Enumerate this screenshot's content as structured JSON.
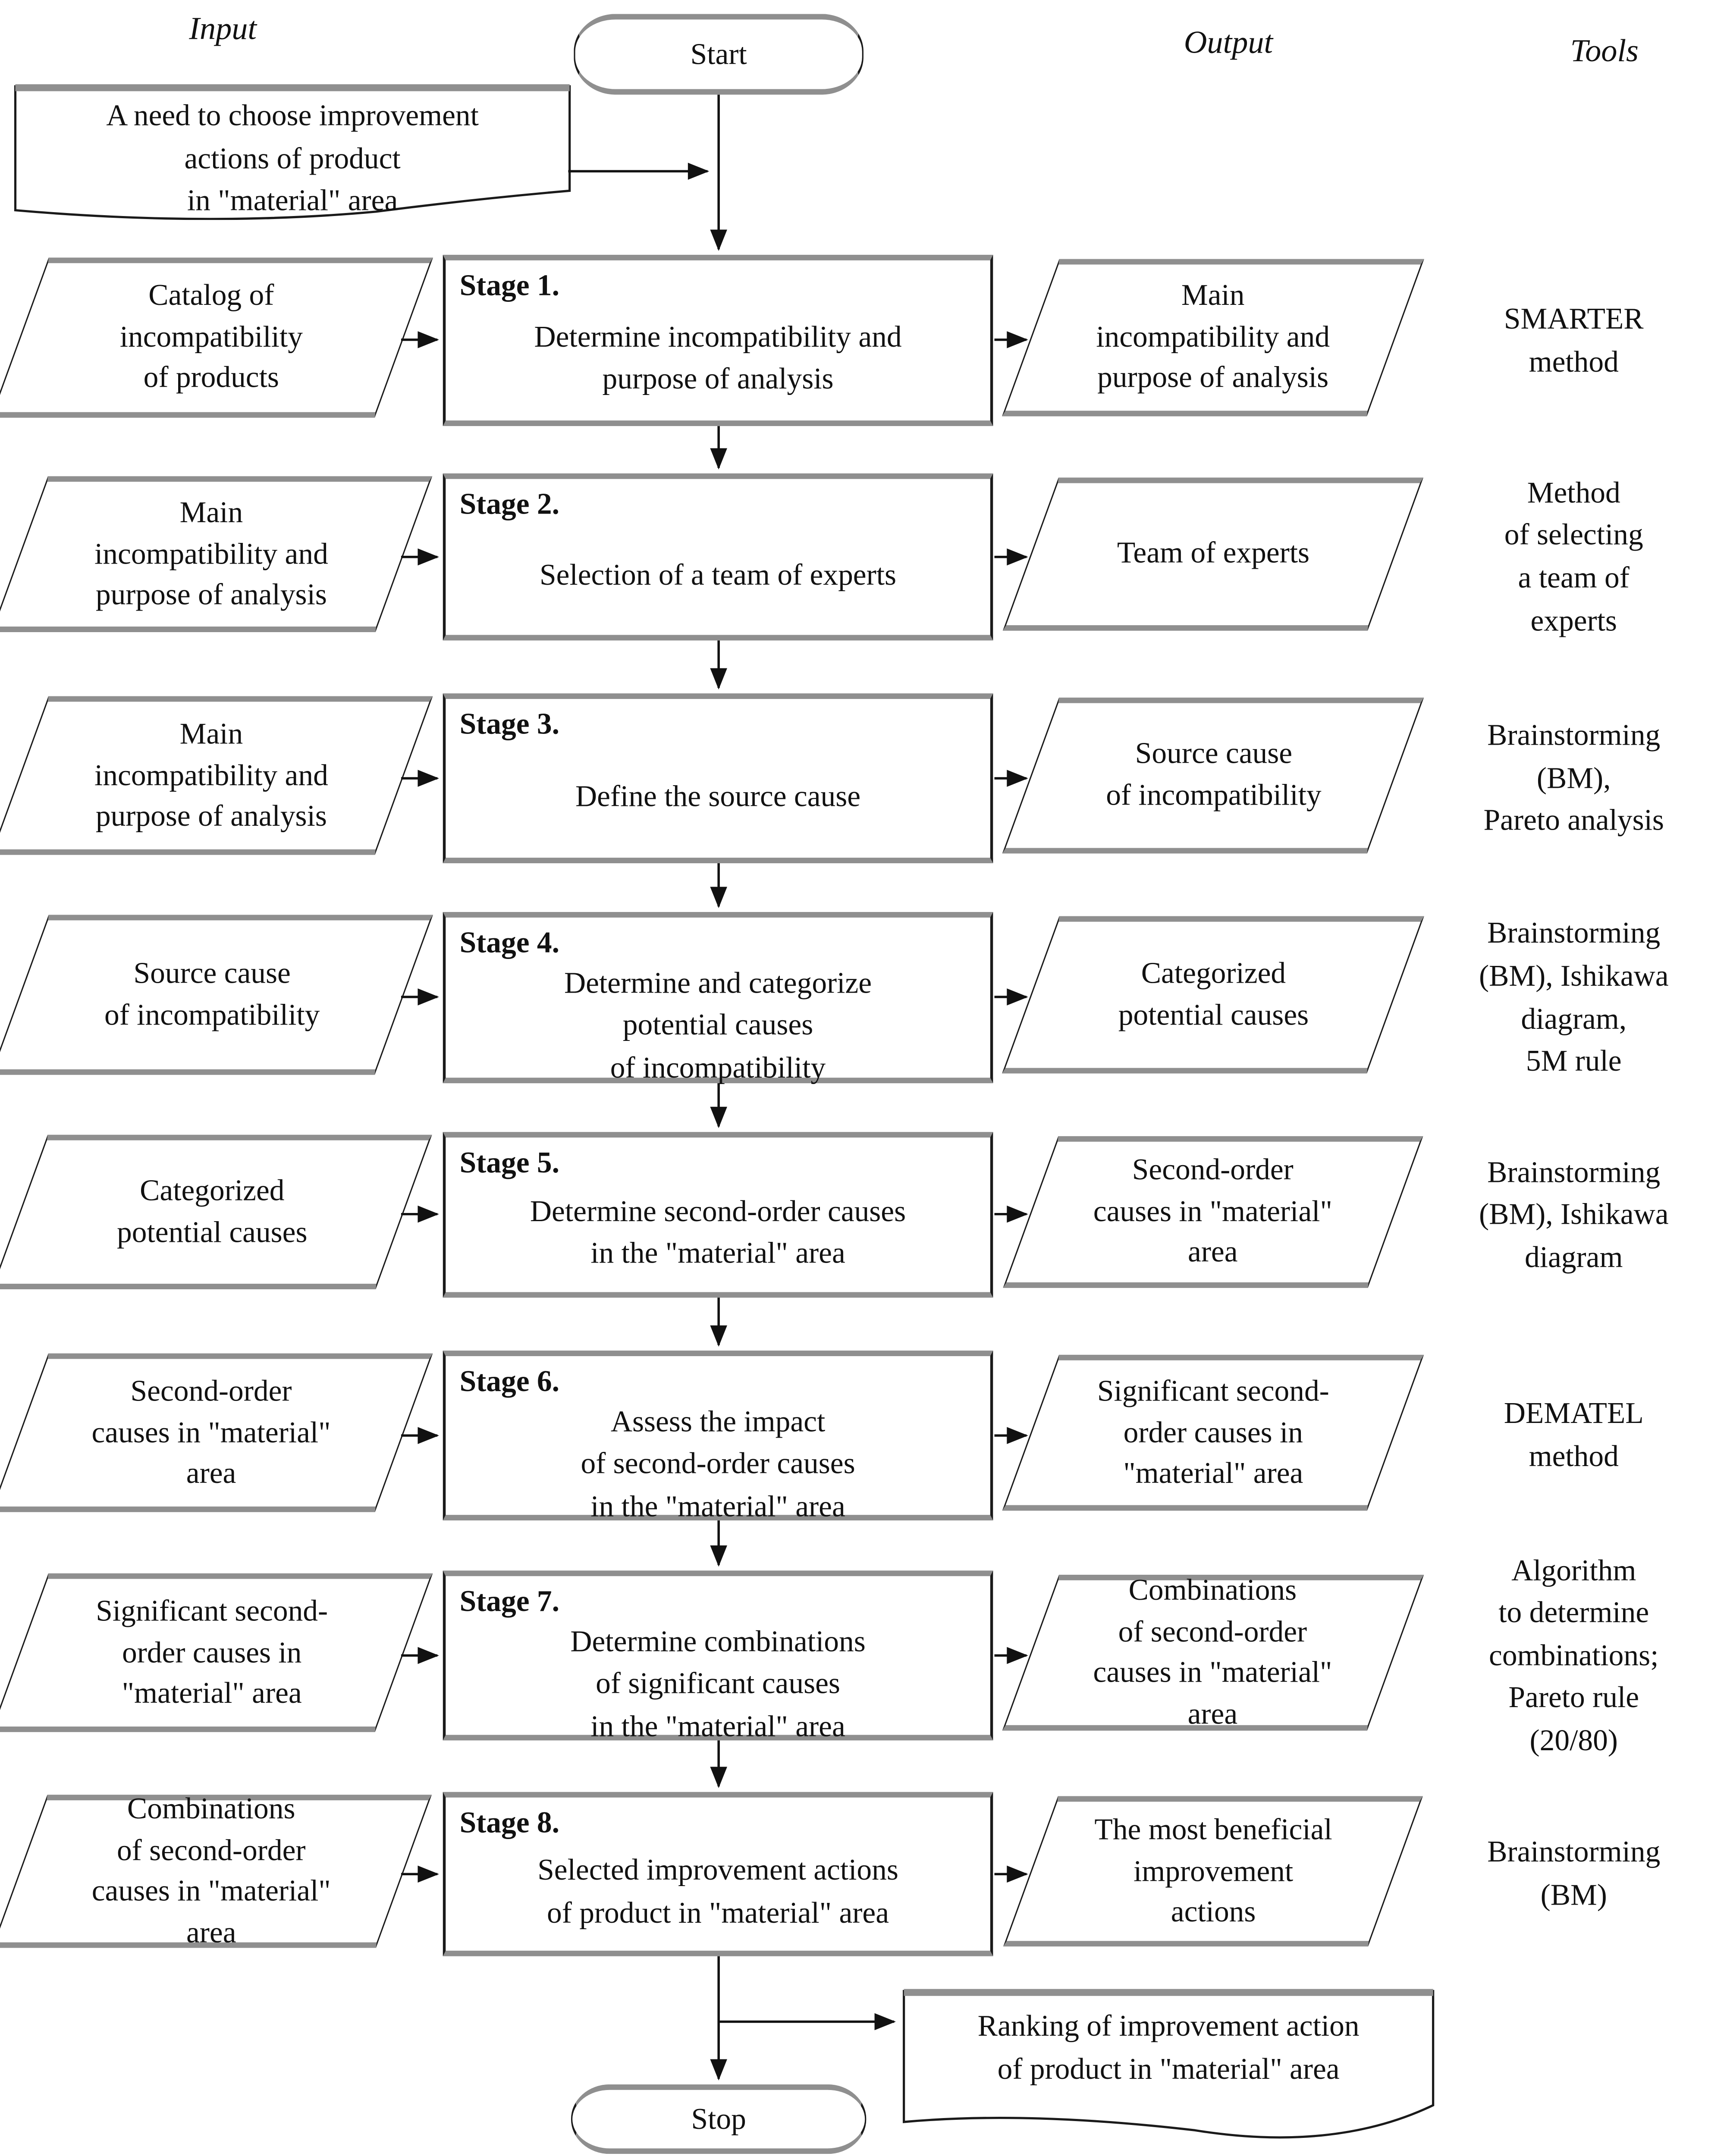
{
  "headers": {
    "input": "Input",
    "output": "Output",
    "tools": "Tools"
  },
  "terminators": {
    "start": "Start",
    "stop": "Stop"
  },
  "documents": {
    "need": "A need to choose improvement\nactions of product\nin \"material\" area",
    "ranking": "Ranking of improvement action\nof product in \"material\" area"
  },
  "stages": [
    {
      "label": "Stage 1.",
      "body": "Determine incompatibility and\npurpose of analysis",
      "input": "Catalog of\nincompatibility\nof products",
      "output": "Main\nincompatibility and\npurpose of analysis",
      "tool": "SMARTER\nmethod"
    },
    {
      "label": "Stage 2.",
      "body": "Selection of a team of experts",
      "input": "Main\nincompatibility and\npurpose of analysis",
      "output": "Team of experts",
      "tool": "Method\nof selecting\na team of\nexperts"
    },
    {
      "label": "Stage 3.",
      "body": "Define the source cause",
      "input": "Main\nincompatibility and\npurpose of analysis",
      "output": "Source cause\nof incompatibility",
      "tool": "Brainstorming\n(BM),\nPareto analysis"
    },
    {
      "label": "Stage 4.",
      "body": "Determine and categorize\npotential causes\nof incompatibility",
      "input": "Source cause\nof incompatibility",
      "output": "Categorized\npotential causes",
      "tool": "Brainstorming\n(BM), Ishikawa\ndiagram,\n5M rule"
    },
    {
      "label": "Stage 5.",
      "body": "Determine second-order causes\nin the \"material\" area",
      "input": "Categorized\npotential causes",
      "output": "Second-order\ncauses in \"material\"\narea",
      "tool": "Brainstorming\n(BM), Ishikawa\ndiagram"
    },
    {
      "label": "Stage 6.",
      "body": "Assess the impact\nof second-order causes\nin the \"material\" area",
      "input": "Second-order\ncauses in \"material\"\narea",
      "output": "Significant second-\norder causes in\n\"material\" area",
      "tool": "DEMATEL\nmethod"
    },
    {
      "label": "Stage 7.",
      "body": "Determine combinations\nof significant causes\nin the \"material\" area",
      "input": "Significant second-\norder causes in\n\"material\" area",
      "output": "Combinations\nof second-order\ncauses in \"material\"\narea",
      "tool": "Algorithm\nto determine\ncombinations;\nPareto rule\n(20/80)"
    },
    {
      "label": "Stage 8.",
      "body": "Selected improvement actions\nof product in \"material\" area",
      "input": "Combinations\nof second-order\ncauses in \"material\"\narea",
      "output": "The most beneficial\nimprovement\nactions",
      "tool": "Brainstorming\n(BM)"
    }
  ]
}
